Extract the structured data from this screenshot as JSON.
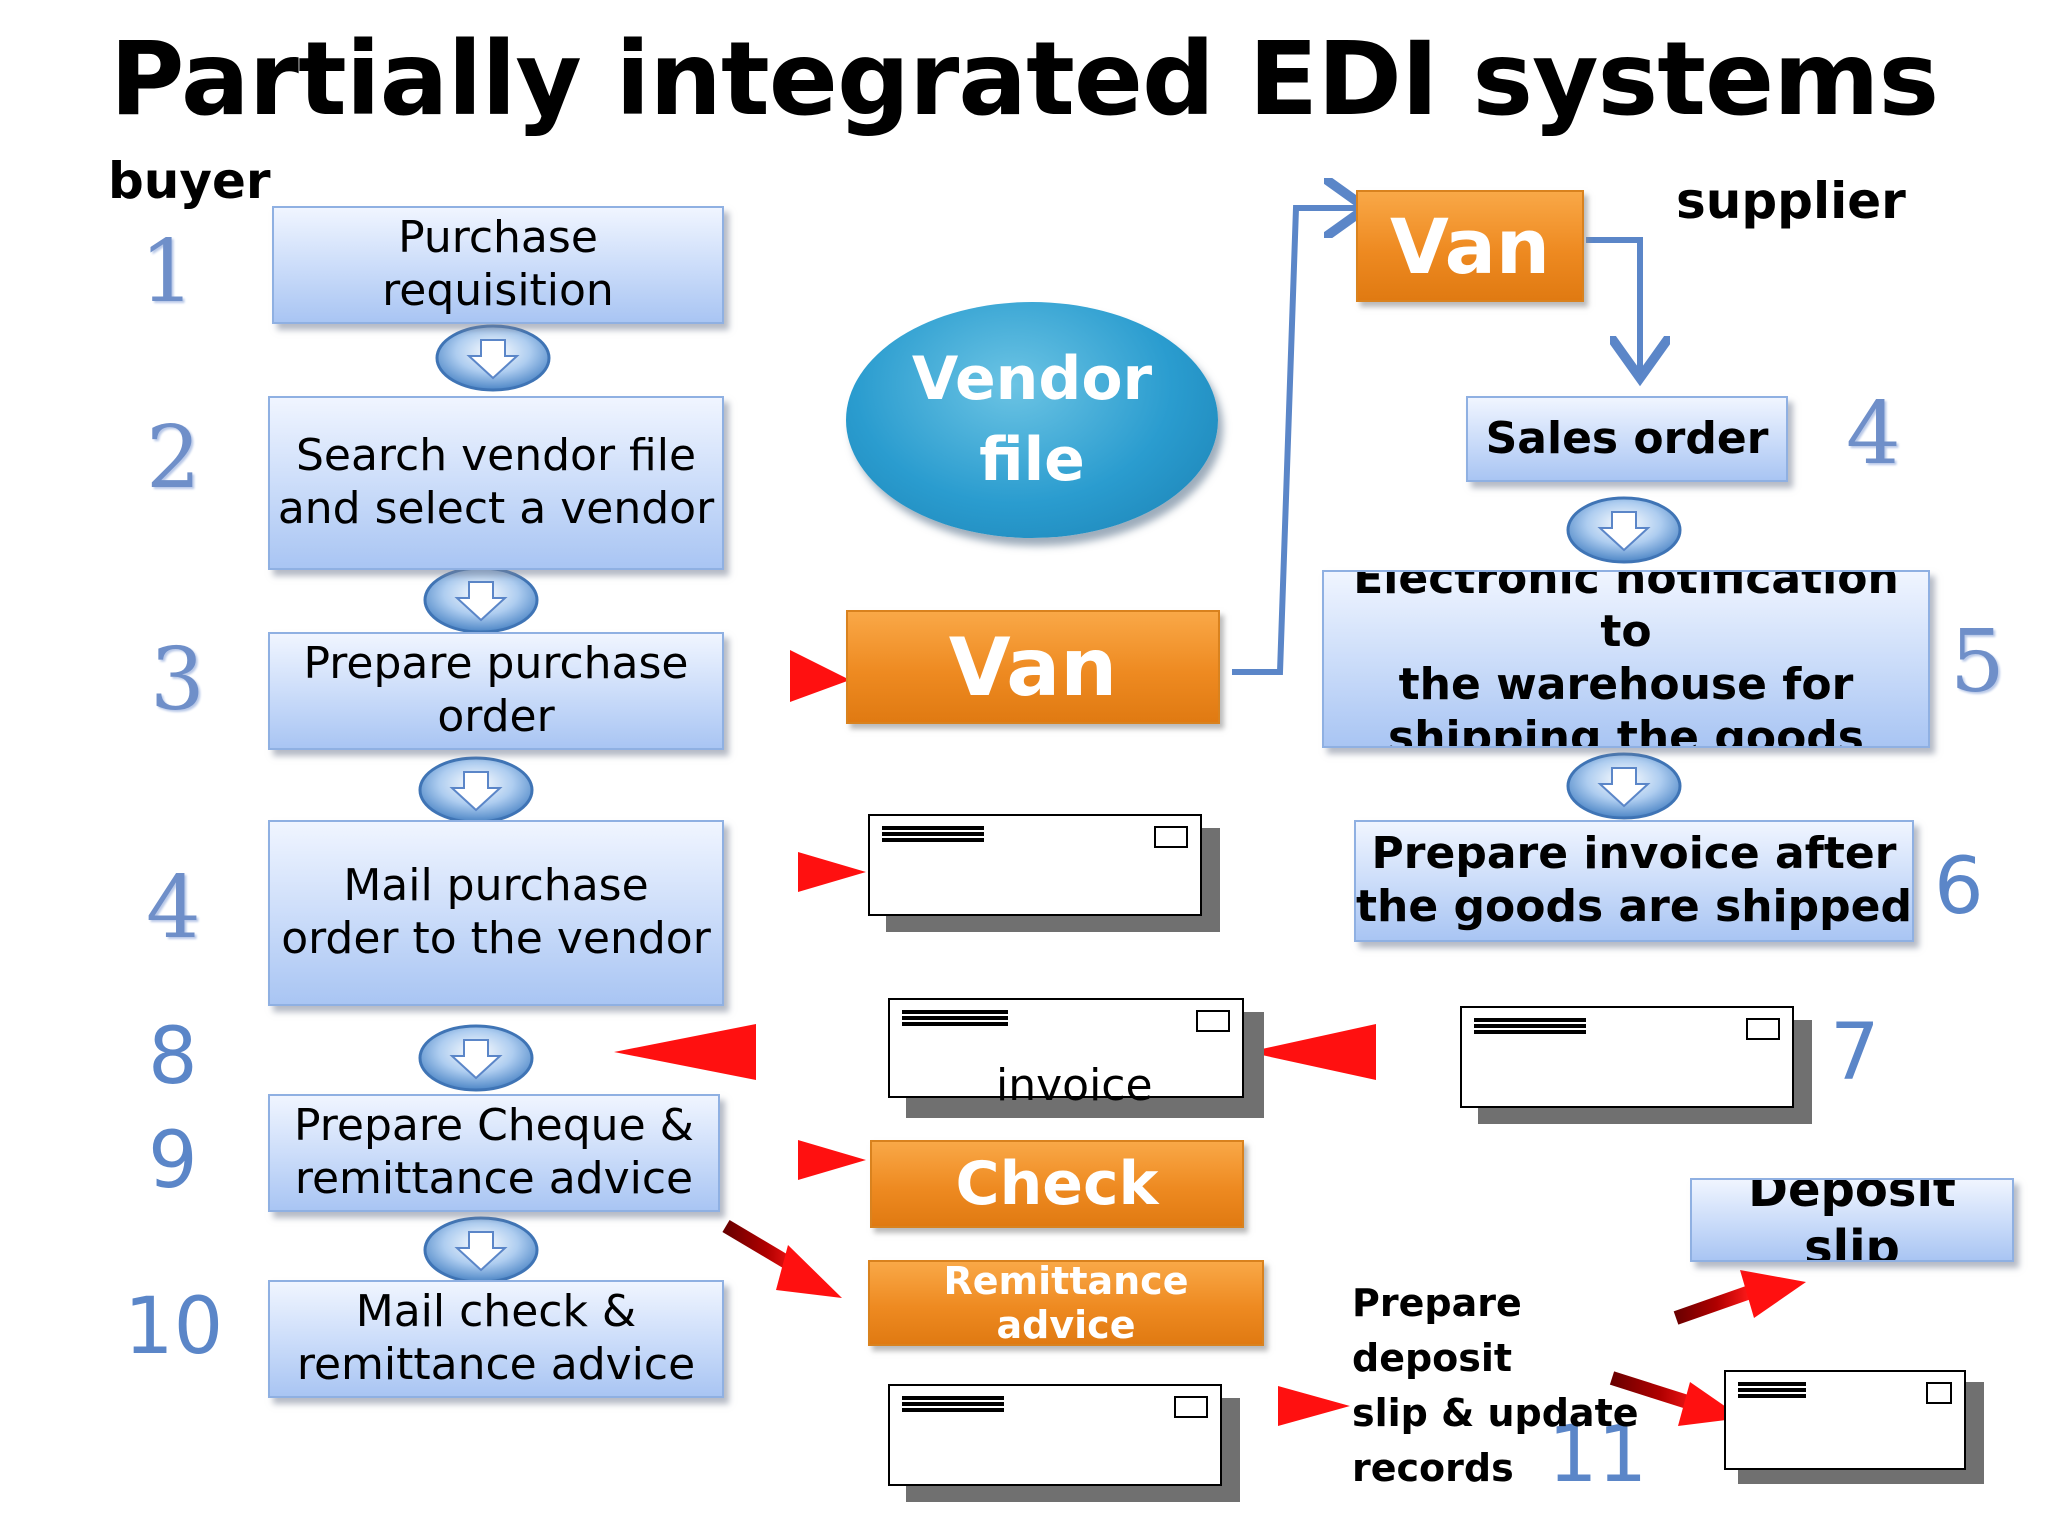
{
  "title": "Partially integrated EDI systems",
  "labels": {
    "buyer": "buyer",
    "supplier": "supplier"
  },
  "buyer_steps": [
    {
      "number": "1",
      "text": "Purchase\nrequisition"
    },
    {
      "number": "2",
      "text": "Search vendor file\nand select a vendor"
    },
    {
      "number": "3",
      "text": "Prepare purchase\norder"
    },
    {
      "number": "4",
      "text": "Mail purchase\norder to the vendor"
    },
    {
      "number_a": "8",
      "number_b": "9",
      "text": "Prepare Cheque &\nremittance advice"
    },
    {
      "number": "10",
      "text": "Mail check &\nremittance advice"
    }
  ],
  "supplier_steps": [
    {
      "number": "4",
      "text": "Sales order"
    },
    {
      "number": "5",
      "text": "Electronic notification to\nthe warehouse for\nshipping the goods"
    },
    {
      "number": "6",
      "text": "Prepare invoice after\nthe goods are shipped"
    }
  ],
  "center": {
    "vendor_file": "Vendor\nfile",
    "van_middle": "Van",
    "van_top": "Van",
    "check": "Check",
    "remittance_advice": "Remittance advice",
    "invoice_label": "invoice"
  },
  "deposit": {
    "slip_label": "Deposit slip",
    "caption": "Prepare deposit\nslip & update\nrecords",
    "number_7": "7",
    "number_11": "11"
  },
  "colors": {
    "step_box": "#c9dbf9",
    "step_number": "#6f8fc9",
    "orange": "#ee8a21",
    "vendor_file": "#2a9ccf",
    "connector": "#5b86c8",
    "red_arrow": "#e00000"
  },
  "icons": [
    "down-arrow-icon",
    "red-arrow-icon",
    "envelope-icon"
  ]
}
